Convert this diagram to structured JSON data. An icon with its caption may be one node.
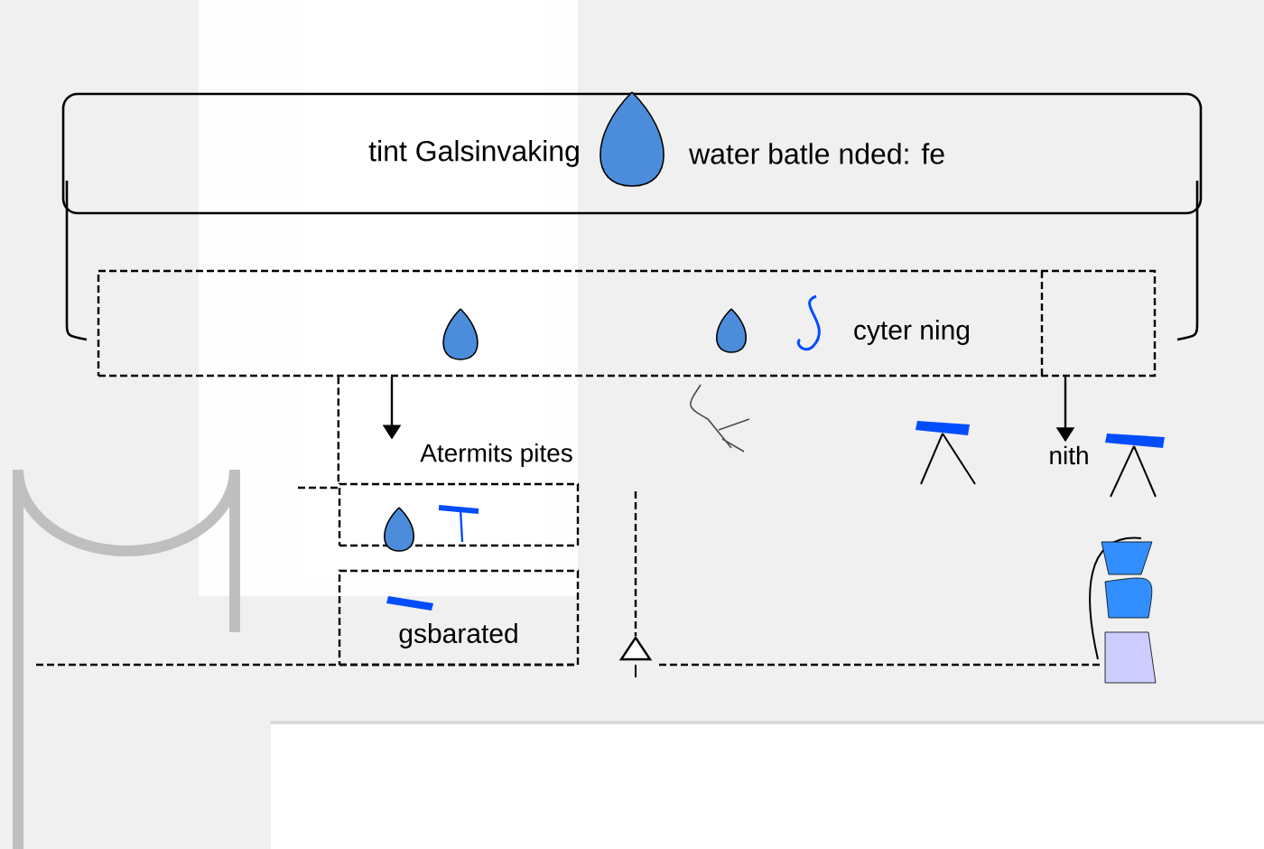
{
  "diagram": {
    "nodes": [
      {
        "text": [
          "tint Galsinvaking",
          "water batle nded: fe"
        ]
      },
      {
        "text": [
          "cyter ning"
        ]
      },
      {
        "text": [
          "Atermits pites"
        ]
      },
      {
        "text": [],
        "shape": "box"
      },
      {
        "text": [
          "gsbarated"
        ]
      },
      {
        "text": [
          "nith"
        ]
      }
    ],
    "edges": [
      {
        "from": 1,
        "to": 2,
        "arrow": "to"
      },
      {
        "from": 1,
        "to": 5,
        "arrow": "to"
      },
      {
        "from": 1,
        "to": 3,
        "arrow": "none",
        "style": "dashed"
      }
    ]
  }
}
